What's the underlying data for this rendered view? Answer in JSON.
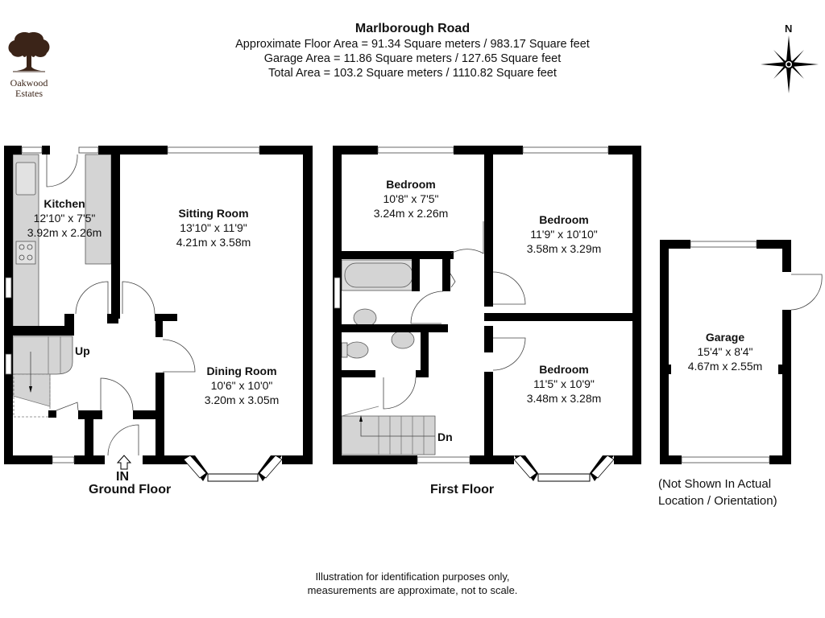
{
  "header": {
    "title": "Marlborough Road",
    "lines": [
      "Approximate Floor Area = 91.34 Square meters / 983.17 Square feet",
      "Garage Area = 11.86 Square meters / 127.65 Square feet",
      "Total Area = 103.2 Square meters / 1110.82 Square feet"
    ]
  },
  "logo": {
    "line1": "Oakwood",
    "line2": "Estates",
    "icon": "oak-tree-icon",
    "color": "#3b2418"
  },
  "compass": {
    "label": "N",
    "icon": "compass-rose-icon"
  },
  "ground_floor": {
    "label": "Ground Floor",
    "entrance": "IN",
    "stairs": "Up",
    "rooms": [
      {
        "name": "Kitchen",
        "imperial": "12'10\" x 7'5\"",
        "metric": "3.92m x 2.26m"
      },
      {
        "name": "Sitting Room",
        "imperial": "13'10\" x 11'9\"",
        "metric": "4.21m x 3.58m"
      },
      {
        "name": "Dining Room",
        "imperial": "10'6\" x 10'0\"",
        "metric": "3.20m x 3.05m"
      }
    ]
  },
  "first_floor": {
    "label": "First Floor",
    "stairs": "Dn",
    "rooms": [
      {
        "name": "Bedroom",
        "imperial": "10'8\" x 7'5\"",
        "metric": "3.24m x 2.26m"
      },
      {
        "name": "Bedroom",
        "imperial": "11'9\" x 10'10\"",
        "metric": "3.58m x 3.29m"
      },
      {
        "name": "Bedroom",
        "imperial": "11'5\" x 10'9\"",
        "metric": "3.48m x 3.28m"
      }
    ]
  },
  "garage": {
    "room": {
      "name": "Garage",
      "imperial": "15'4\" x 8'4\"",
      "metric": "4.67m x 2.55m"
    },
    "note_line1": "(Not Shown In Actual",
    "note_line2": "Location / Orientation)"
  },
  "footer": {
    "line1": "Illustration for identification purposes only,",
    "line2": "measurements are approximate, not to scale."
  },
  "colors": {
    "wall": "#000000",
    "fixture_fill": "#d4d4d4",
    "window": "#ffffff"
  }
}
